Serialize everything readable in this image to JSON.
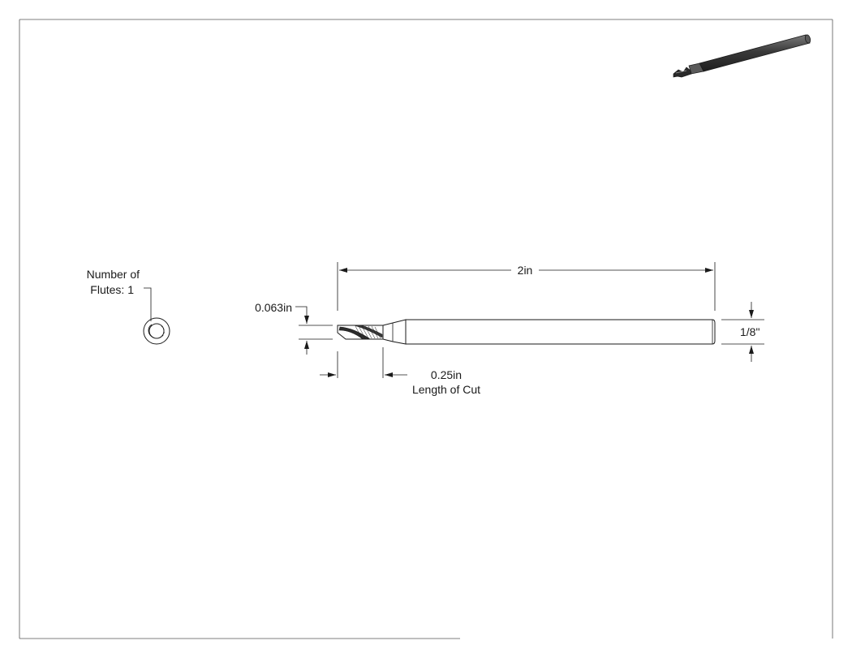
{
  "labels": {
    "overall_length": "2in",
    "shank_diameter": "1/8\"",
    "cutting_diameter": "0.063in",
    "length_of_cut_value": "0.25in",
    "length_of_cut_caption": "Length of Cut",
    "flutes_line1": "Number of",
    "flutes_line2": "Flutes: 1"
  },
  "colors": {
    "line": "#1a1a1a",
    "frame": "#555555",
    "shank_iso_fill": "#4a4a4a"
  }
}
